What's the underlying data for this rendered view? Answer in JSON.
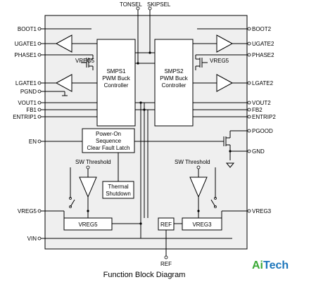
{
  "pins_top": {
    "tonsel": "TONSEL",
    "skipsel": "SKIPSEL"
  },
  "pins_left": {
    "boot1": "BOOT1",
    "ugate1": "UGATE1",
    "phase1": "PHASE1",
    "lgate1": "LGATE1",
    "pgnd": "PGND",
    "vout1": "VOUT1",
    "fb1": "FB1",
    "entrip1": "ENTRIP1",
    "en": "EN",
    "vreg5": "VREG5",
    "vin": "VIN"
  },
  "pins_right": {
    "boot2": "BOOT2",
    "ugate2": "UGATE2",
    "phase2": "PHASE2",
    "lgate2": "LGATE2",
    "vout2": "VOUT2",
    "fb2": "FB2",
    "entrip2": "ENTRIP2",
    "pgood": "PGOOD",
    "gnd": "GND",
    "vreg3": "VREG3"
  },
  "pins_bottom": {
    "ref": "REF"
  },
  "blocks": {
    "smps1": [
      "SMPS1",
      "PWM Buck",
      "Controller"
    ],
    "smps2": [
      "SMPS2",
      "PWM Buck",
      "Controller"
    ],
    "poweron": [
      "Power-On",
      "Sequence",
      "Clear Fault Latch"
    ],
    "thermal": [
      "Thermal",
      "Shutdown"
    ],
    "vreg5_block": "VREG5",
    "vreg3_block": "VREG3",
    "ref_block": "REF",
    "sw_threshold_left": "SW Threshold",
    "sw_threshold_right": "SW Threshold",
    "driver_label_left": "VREG5",
    "driver_label_right": "VREG5"
  },
  "caption": "Function Block Diagram",
  "brand": {
    "part1": "Ai",
    "part2": "Tech",
    "color1": "#3aa935",
    "color2": "#1b75bb"
  }
}
